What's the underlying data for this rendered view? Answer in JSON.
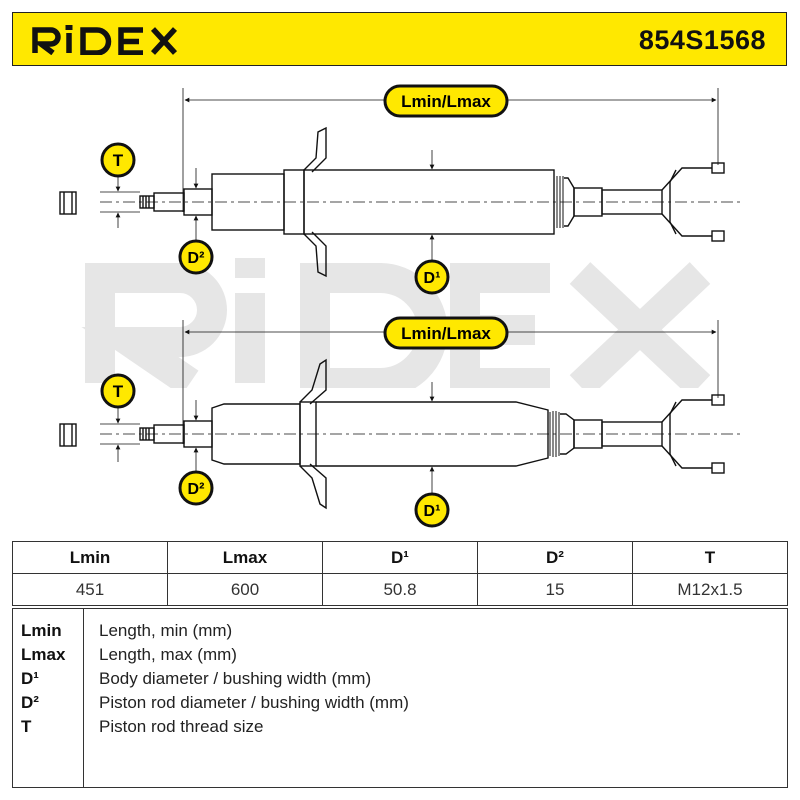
{
  "brand": {
    "name": "RIDEX",
    "accent_color": "#ffe800"
  },
  "header": {
    "part_number": "854S1568"
  },
  "drawing": {
    "dimension_label": "Lmin/Lmax",
    "label_t": "T",
    "label_d1": "D¹",
    "label_d2": "D²",
    "watermark_text": "RIDEX"
  },
  "specs": {
    "headers": [
      "Lmin",
      "Lmax",
      "D¹",
      "D²",
      "T"
    ],
    "values": [
      "451",
      "600",
      "50.8",
      "15",
      "M12x1.5"
    ]
  },
  "legend": [
    {
      "key": "Lmin",
      "desc": "Length, min (mm)"
    },
    {
      "key": "Lmax",
      "desc": "Length, max (mm)"
    },
    {
      "key": "D¹",
      "desc": "Body diameter / bushing width (mm)"
    },
    {
      "key": "D²",
      "desc": "Piston rod diameter / bushing width (mm)"
    },
    {
      "key": "T",
      "desc": "Piston rod thread size"
    }
  ]
}
